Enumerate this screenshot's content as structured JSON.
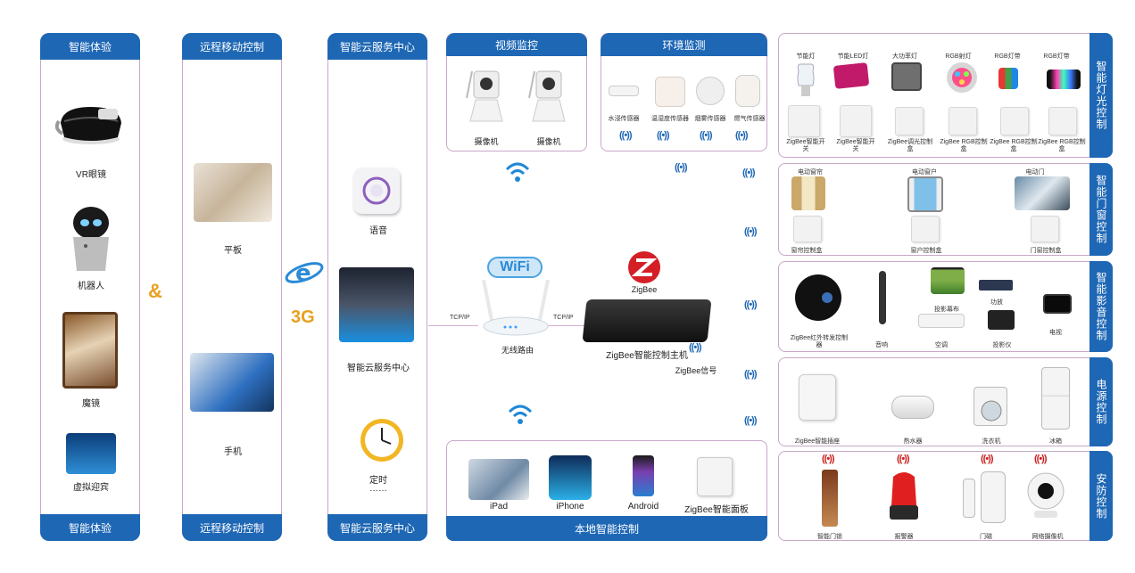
{
  "columns": {
    "experience": {
      "head": "智能体验",
      "foot": "智能体验",
      "items": [
        "VR眼镜",
        "机器人",
        "魔镜",
        "虚拟迎宾"
      ]
    },
    "remote": {
      "head": "远程移动控制",
      "foot": "远程移动控制",
      "items": [
        "平板",
        "手机"
      ]
    },
    "cloud": {
      "head": "智能云服务中心",
      "foot": "智能云服务中心",
      "items": [
        "语音",
        "智能云服务中心",
        "定时",
        "……"
      ]
    }
  },
  "amp": "&",
  "net": "3G",
  "video": {
    "title": "视频监控",
    "cams": [
      "摄像机",
      "摄像机"
    ]
  },
  "env": {
    "title": "环境监测",
    "sensors": [
      "水浸传感器",
      "温湿度传感器",
      "烟雾传感器",
      "燃气传感器"
    ]
  },
  "router": {
    "wifi": "WiFi",
    "label": "无线路由",
    "tcp1": "TCP/IP",
    "tcp2": "TCP/IP"
  },
  "host": {
    "zigbee": "ZigBee",
    "label": "ZigBee智能控制主机",
    "signal": "ZigBee信号"
  },
  "local": {
    "title": "本地智能控制",
    "items": [
      "iPad",
      "iPhone",
      "Android",
      "ZigBee智能面板"
    ]
  },
  "panels": {
    "lighting": {
      "tab": "智能灯光控制",
      "top": [
        "节能灯",
        "节能LED灯",
        "大功率灯",
        "RGB射灯",
        "RGB灯带",
        "RGB灯带"
      ],
      "bottom": [
        "ZigBee智能开关",
        "ZigBee智能开关",
        "ZigBee调光控制盒",
        "ZigBee RGB控制盒",
        "ZigBee RGB控制盒",
        "ZigBee RGB控制盒"
      ]
    },
    "window": {
      "tab": "智能门窗控制",
      "top": [
        "电动窗帘",
        "电动窗户",
        "电动门"
      ],
      "bottom": [
        "窗帘控制盒",
        "窗户控制盒",
        "门窗控制盒"
      ]
    },
    "av": {
      "tab": "智能影音控制",
      "items": [
        "ZigBee红外转发控制器",
        "音响",
        "投影幕布",
        "功放",
        "空调",
        "投影仪",
        "电视"
      ]
    },
    "power": {
      "tab": "电源控制",
      "items": [
        "ZigBee智能插座",
        "热水器",
        "洗衣机",
        "冰箱"
      ]
    },
    "security": {
      "tab": "安防控制",
      "items": [
        "智能门锁",
        "报警器",
        "门磁",
        "网络摄像机"
      ]
    }
  },
  "colors": {
    "blue": "#1e67b5",
    "border": "#c9a7c8",
    "accent": "#e8a020"
  }
}
